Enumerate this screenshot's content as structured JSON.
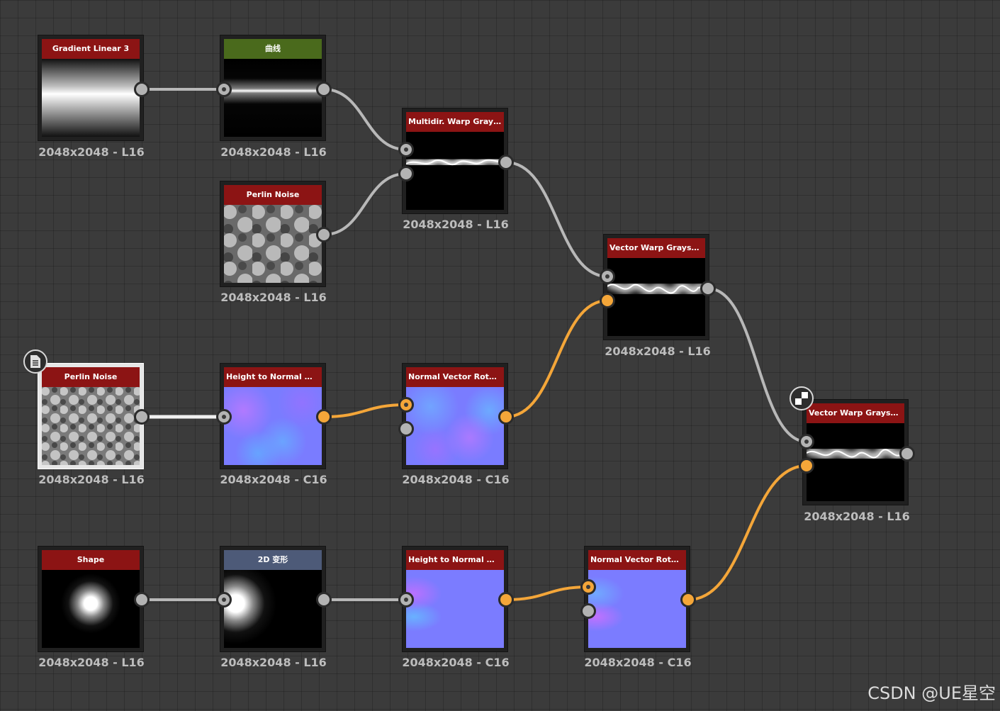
{
  "colors": {
    "header_red": "#8c1414",
    "header_green": "#4a6a1c",
    "header_slate": "#4d5a78",
    "wire_gray": "#b8b8b8",
    "wire_orange": "#f4a639"
  },
  "nodes": [
    {
      "title": "Gradient Linear 3",
      "resolution": "2048x2048 - L16"
    },
    {
      "title": "曲线",
      "resolution": "2048x2048 - L16"
    },
    {
      "title": "Multidir. Warp Grayscale",
      "resolution": "2048x2048 - L16"
    },
    {
      "title": "Perlin Noise",
      "resolution": "2048x2048 - L16"
    },
    {
      "title": "Vector Warp Grayscale",
      "resolution": "2048x2048 - L16"
    },
    {
      "title": "Perlin Noise",
      "resolution": "2048x2048 - L16"
    },
    {
      "title": "Height to Normal Wo...",
      "resolution": "2048x2048 - C16"
    },
    {
      "title": "Normal Vector Rotation",
      "resolution": "2048x2048 - C16"
    },
    {
      "title": "Vector Warp Grayscale",
      "resolution": "2048x2048 - L16"
    },
    {
      "title": "Shape",
      "resolution": "2048x2048 - L16"
    },
    {
      "title": "2D 变形",
      "resolution": "2048x2048 - L16"
    },
    {
      "title": "Height to Normal Wo...",
      "resolution": "2048x2048 - C16"
    },
    {
      "title": "Normal Vector Rotation",
      "resolution": "2048x2048 - C16"
    }
  ],
  "icons": {
    "document_badge": "document-icon",
    "output_badge": "checker-output-icon"
  },
  "watermark": "CSDN @UE星空"
}
